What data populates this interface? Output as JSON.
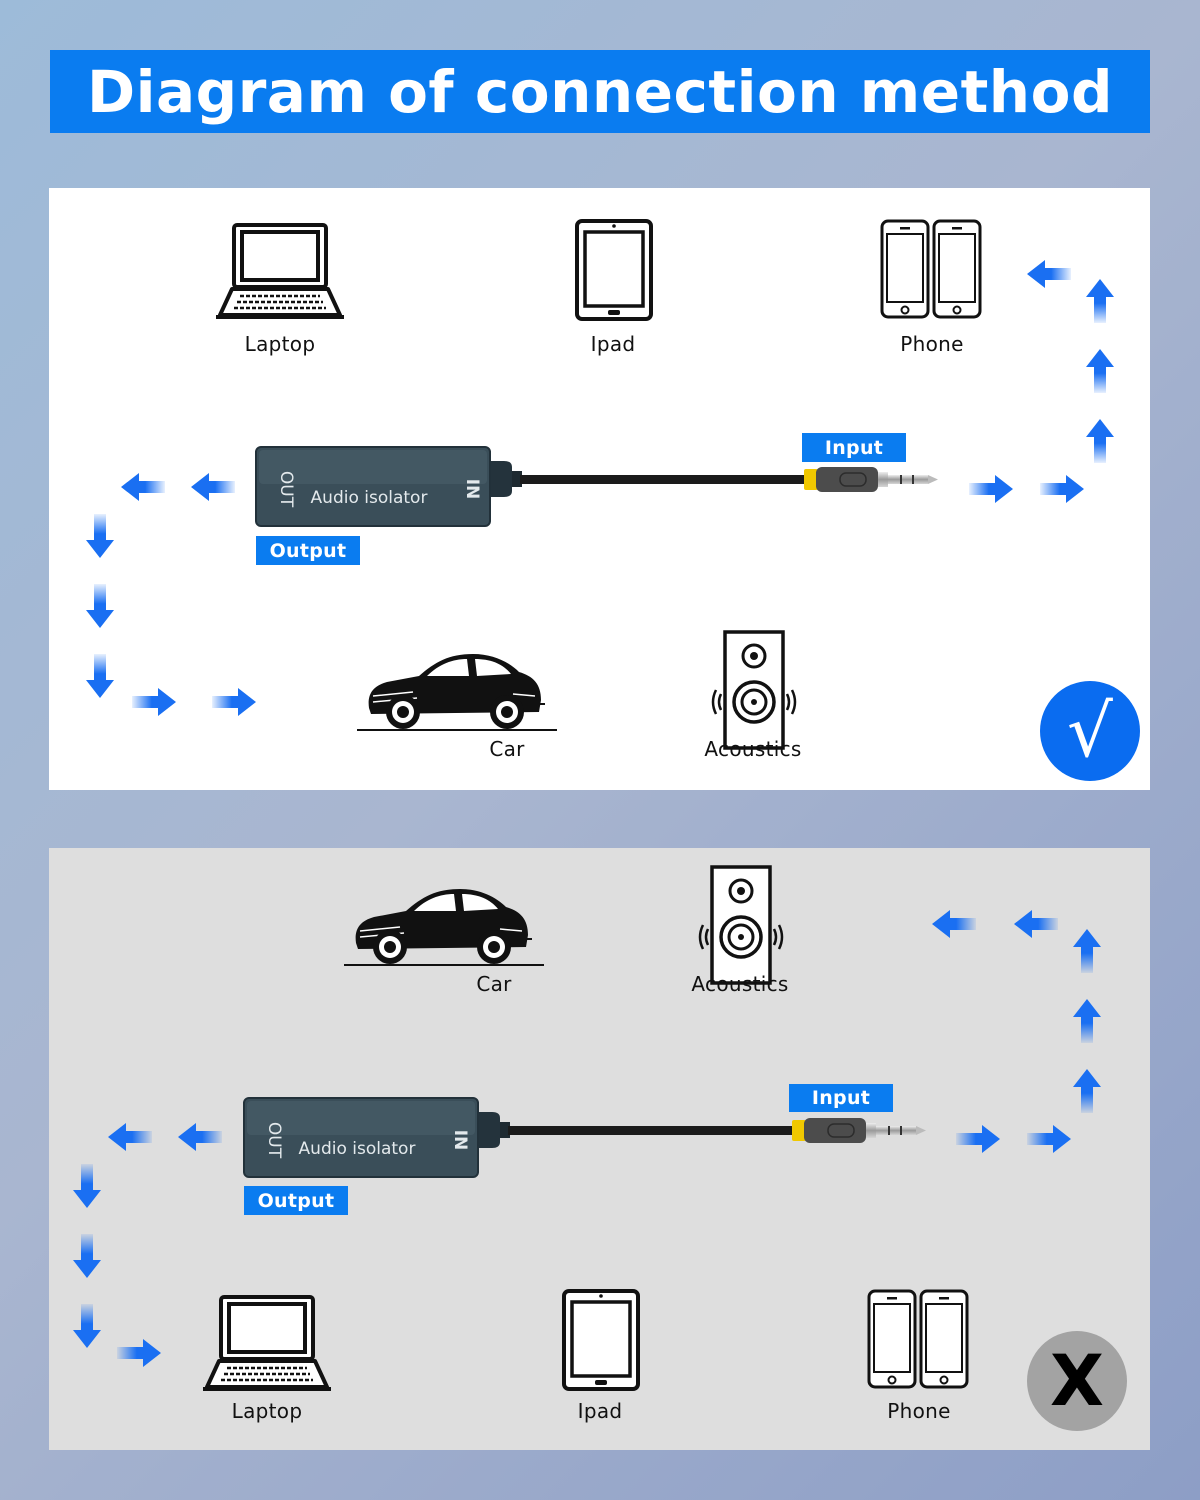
{
  "title": "Diagram of connection method",
  "colors": {
    "accent": "#0a7cf0",
    "arrow": "#1a6ff2",
    "device": "#364a56",
    "cable": "#1b1b1b",
    "ring": "#f0c800"
  },
  "device": {
    "out_label": "OUT",
    "in_label": "IN",
    "name": "Audio isolator"
  },
  "tags": {
    "input": "Input",
    "output": "Output"
  },
  "panel_correct": {
    "top_row": [
      {
        "label": "Laptop",
        "icon": "laptop-icon"
      },
      {
        "label": "Ipad",
        "icon": "tablet-icon"
      },
      {
        "label": "Phone",
        "icon": "phone-icon"
      }
    ],
    "bottom_row": [
      {
        "label": "Car",
        "icon": "car-icon"
      },
      {
        "label": "Acoustics",
        "icon": "speaker-icon"
      }
    ],
    "status_mark": "√",
    "status_icon": "check-icon"
  },
  "panel_wrong": {
    "top_row": [
      {
        "label": "Car",
        "icon": "car-icon"
      },
      {
        "label": "Acoustics",
        "icon": "speaker-icon"
      }
    ],
    "bottom_row": [
      {
        "label": "Laptop",
        "icon": "laptop-icon"
      },
      {
        "label": "Ipad",
        "icon": "tablet-icon"
      },
      {
        "label": "Phone",
        "icon": "phone-icon"
      }
    ],
    "status_mark": "X",
    "status_icon": "cross-icon"
  }
}
